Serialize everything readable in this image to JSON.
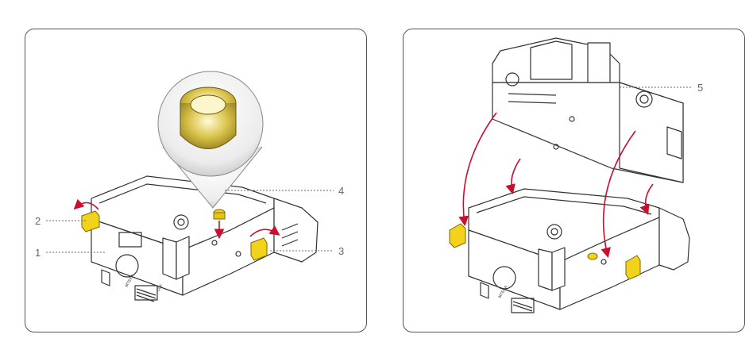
{
  "callouts": {
    "c1": "1",
    "c2": "2",
    "c3": "3",
    "c4": "4",
    "c5": "5"
  },
  "colors": {
    "arrow": "#c8102e",
    "clip": "#f2d21b",
    "line": "#333333",
    "panel_border": "#555555",
    "callout_text": "#666666"
  },
  "device_labels": {
    "left_brand": "MTERA",
    "right_brand": "MTERA",
    "switch_off": "OFF"
  }
}
